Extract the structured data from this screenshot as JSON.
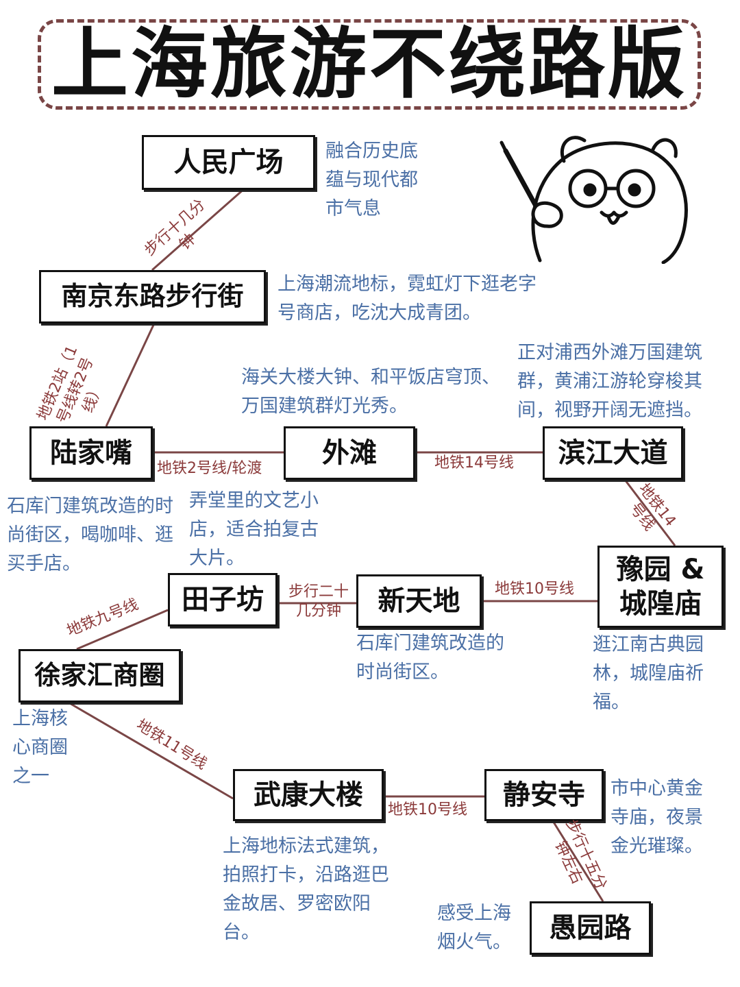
{
  "title": "上海旅游不绕路版",
  "colors": {
    "connector": "#7a4646",
    "description": "#4a6fa5",
    "route_label": "#8b3a3a"
  },
  "mascot": {
    "icon": "bear-with-glasses-pointer-icon"
  },
  "nodes": {
    "renmin": {
      "name": "人民广场",
      "desc": "融合历史底蕴与现代都市气息"
    },
    "nanjing": {
      "name": "南京东路步行街",
      "desc": "上海潮流地标，霓虹灯下逛老字号商店，吃沈大成青团。"
    },
    "lujiazui": {
      "name": "陆家嘴",
      "desc": "石库门建筑改造的时尚街区，喝咖啡、逛买手店。"
    },
    "waitan": {
      "name": "外滩",
      "desc": "海关大楼大钟、和平饭店穹顶、万国建筑群灯光秀。"
    },
    "binjiang": {
      "name": "滨江大道",
      "desc": "正对浦西外滩万国建筑群，黄浦江游轮穿梭其间，视野开阔无遮挡。"
    },
    "yuyuan": {
      "name": "豫园 & 城隍庙",
      "desc": "逛江南古典园林，城隍庙祈福。"
    },
    "xintiandi": {
      "name": "新天地",
      "desc": "石库门建筑改造的时尚街区。"
    },
    "tianzifang": {
      "name": "田子坊",
      "desc": "弄堂里的文艺小店，适合拍复古大片。"
    },
    "xujiahui": {
      "name": "徐家汇商圈",
      "desc": "上海核心商圈之一"
    },
    "wukang": {
      "name": "武康大楼",
      "desc": "上海地标法式建筑，拍照打卡，沿路逛巴金故居、罗密欧阳台。"
    },
    "jingan": {
      "name": "静安寺",
      "desc": "市中心黄金寺庙，夜景金光璀璨。"
    },
    "yuyuanlu": {
      "name": "愚园路",
      "desc": "感受上海烟火气。"
    }
  },
  "edges": {
    "renmin_nanjing": "步行十几分钟",
    "nanjing_lujiazui": "地铁2站（1号线转2号线）",
    "lujiazui_waitan": "地铁2号线/轮渡",
    "waitan_binjiang": "地铁14号线",
    "binjiang_yuyuan": "地铁14号线",
    "yuyuan_xintiandi": "地铁10号线",
    "xintiandi_tianzifang": "步行二十几分钟",
    "tianzifang_xujiahui": "地铁九号线",
    "xujiahui_wukang": "地铁11号线",
    "wukang_jingan": "地铁10号线",
    "jingan_yuyuanlu": "步行十五分钟左右"
  }
}
